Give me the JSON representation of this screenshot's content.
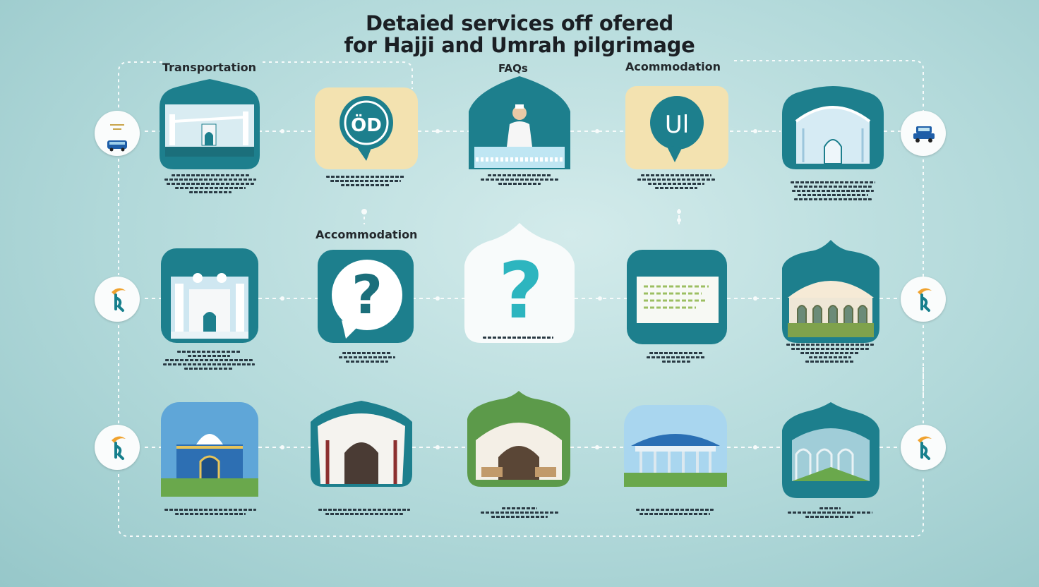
{
  "title": {
    "line1": "Detaied services off ofered",
    "line2": "for Hajji and Umrah pilgrimage"
  },
  "labels": {
    "transportation": "Transportation",
    "faqs": "FAQs",
    "acommodation": "Acommodation",
    "accommodation": "Accommodation"
  },
  "rows": [
    {
      "name": "row-1",
      "icons": [
        "bus-icon",
        "arch-gate-icon",
        "chat-bubble-icon",
        "pilgrim-icon",
        "chat-bubble-icon",
        "mosque-icon",
        "car-icon"
      ]
    },
    {
      "name": "row-2",
      "icons": [
        "crescent-icon",
        "mosque-icon",
        "question-icon",
        "question-icon",
        "document-icon",
        "pavilion-icon",
        "crescent-icon"
      ]
    },
    {
      "name": "row-3",
      "icons": [
        "crescent-icon",
        "mosque-icon",
        "tent-icon",
        "tent-icon",
        "pavilion-icon",
        "tent-icon",
        "crescent-icon"
      ]
    }
  ],
  "colors": {
    "teal": "#1b7c8b",
    "cream": "#f3e2b0",
    "question": "#2db5bf",
    "background": "#b2d9da"
  }
}
